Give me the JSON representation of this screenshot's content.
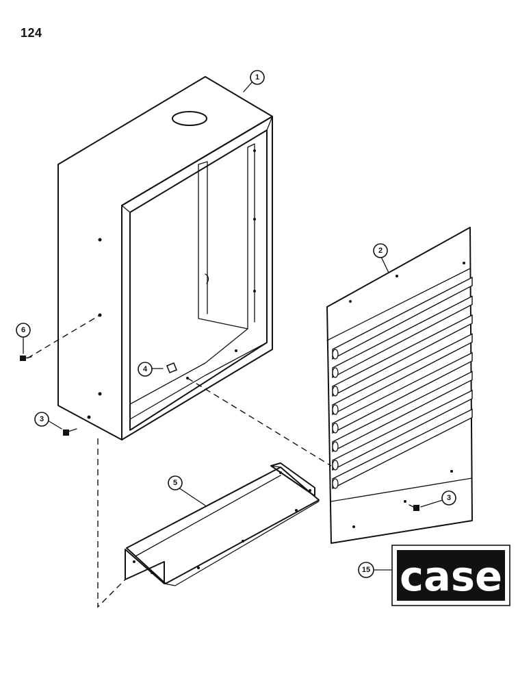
{
  "page": {
    "number": "124"
  },
  "callouts": {
    "c1": "1",
    "c2": "2",
    "c3a": "3",
    "c3b": "3",
    "c4": "4",
    "c5": "5",
    "c6": "6",
    "c15": "15"
  },
  "logo": {
    "text": "case"
  }
}
